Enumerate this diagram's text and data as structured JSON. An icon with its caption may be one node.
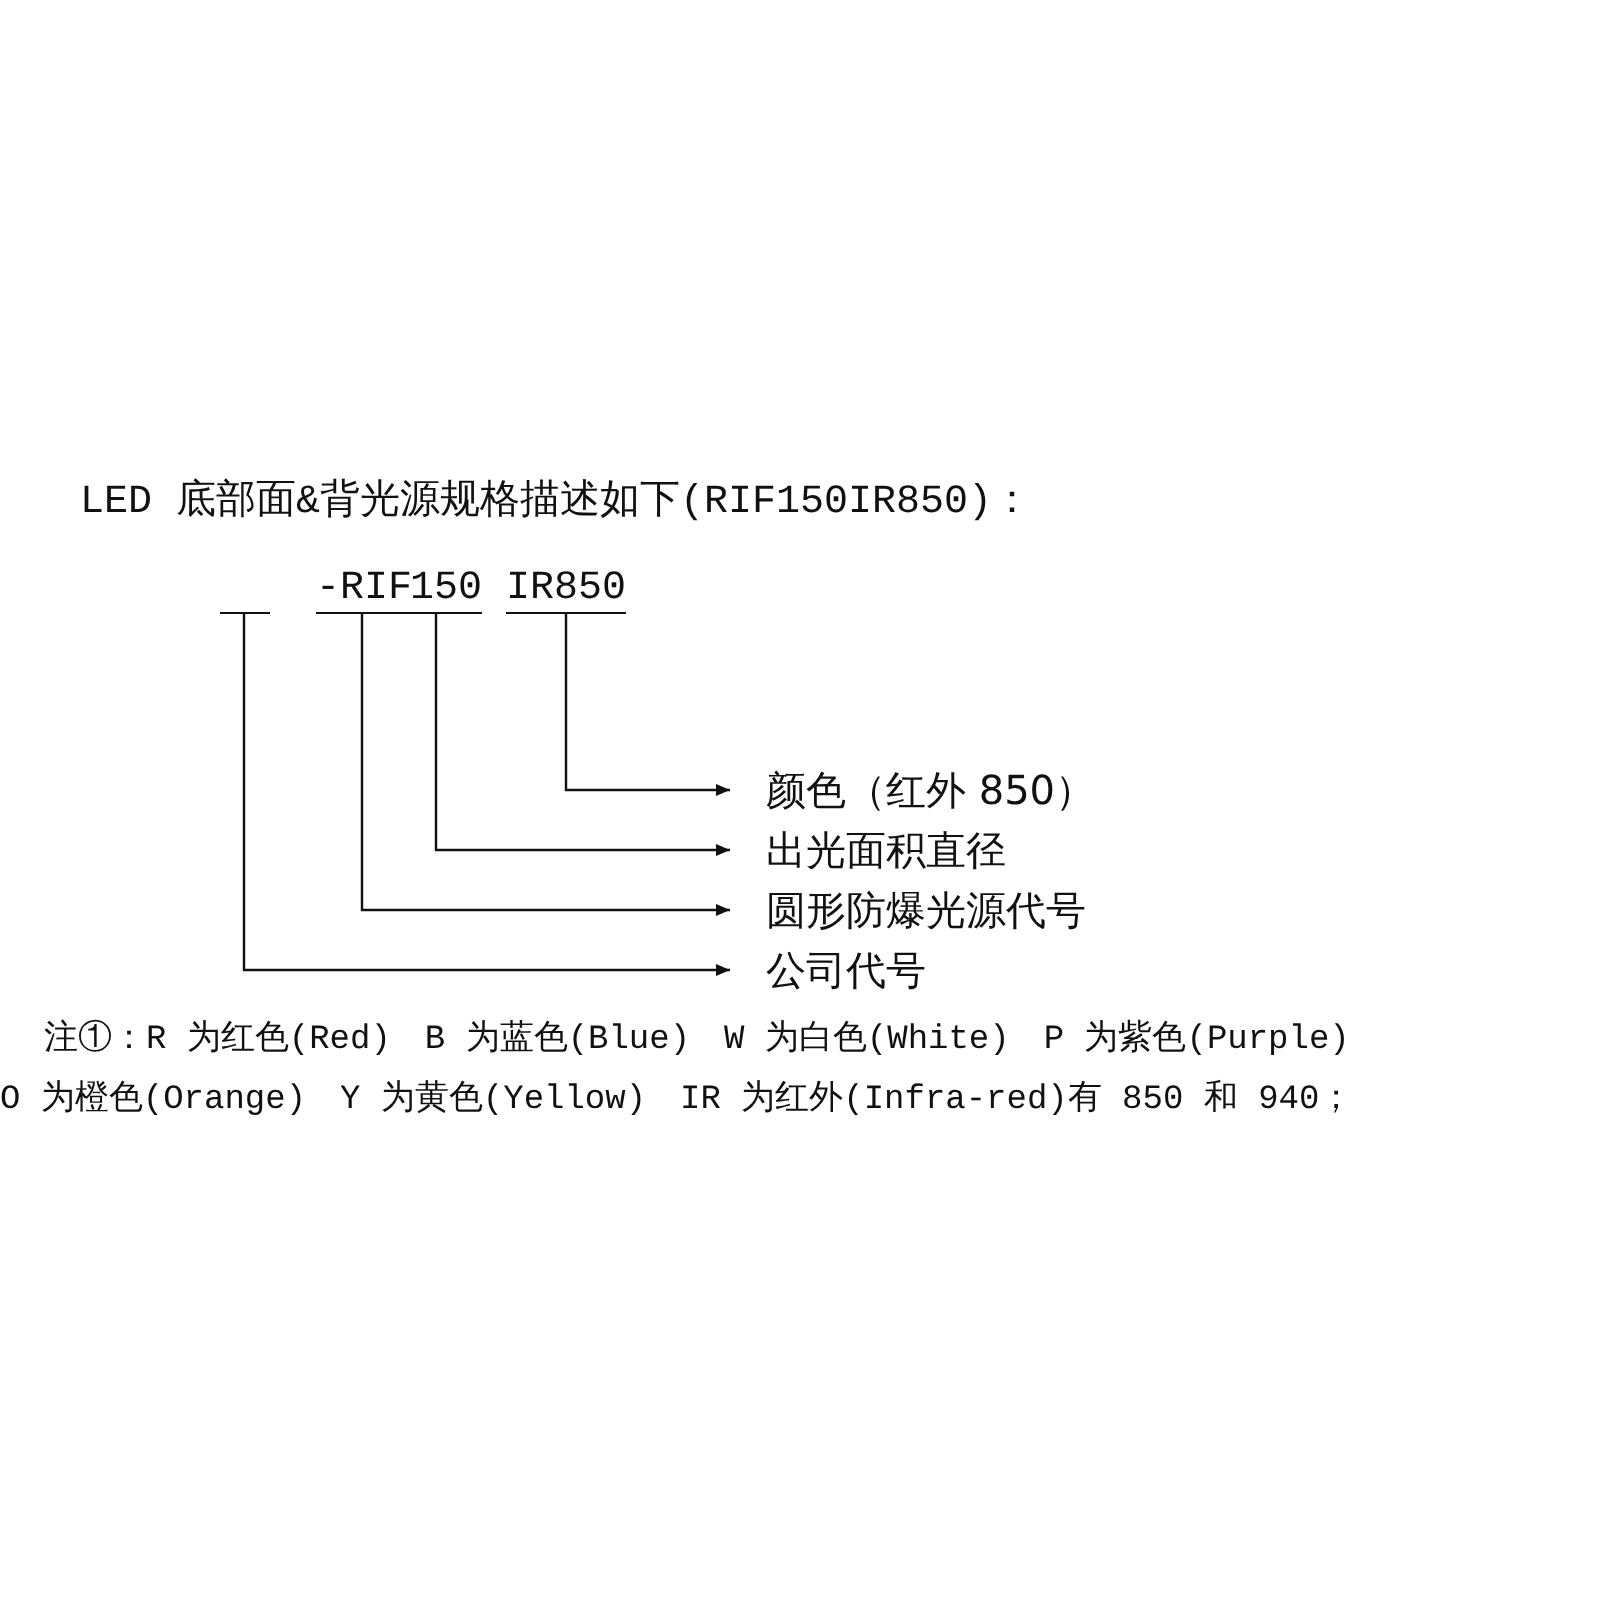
{
  "diagram": {
    "title": "LED 底部面&背光源规格描述如下(RIF150IR850)：",
    "nodes": [
      {
        "text": [],
        "shape": "bar"
      },
      {
        "text": [
          "-RIF"
        ]
      },
      {
        "text": [
          "150"
        ]
      },
      {
        "text": [
          "IR850"
        ]
      },
      {
        "text": [
          "颜色（红外 850）"
        ]
      },
      {
        "text": [
          "出光面积直径"
        ]
      },
      {
        "text": [
          "圆形防爆光源代号"
        ]
      },
      {
        "text": [
          "公司代号"
        ]
      }
    ],
    "edges": [
      {
        "from": 3,
        "to": 4,
        "arrow": "to"
      },
      {
        "from": 2,
        "to": 5,
        "arrow": "to"
      },
      {
        "from": 1,
        "to": 6,
        "arrow": "to"
      },
      {
        "from": 0,
        "to": 7,
        "arrow": "to"
      }
    ],
    "labels": [
      "注①：R 为红色(Red)　B 为蓝色(Blue)　W 为白色(White)　P 为紫色(Purple)",
      "O 为橙色(Orange)　Y 为黄色(Yellow)　IR 为红外(Infra-red)有 850 和 940；"
    ]
  }
}
